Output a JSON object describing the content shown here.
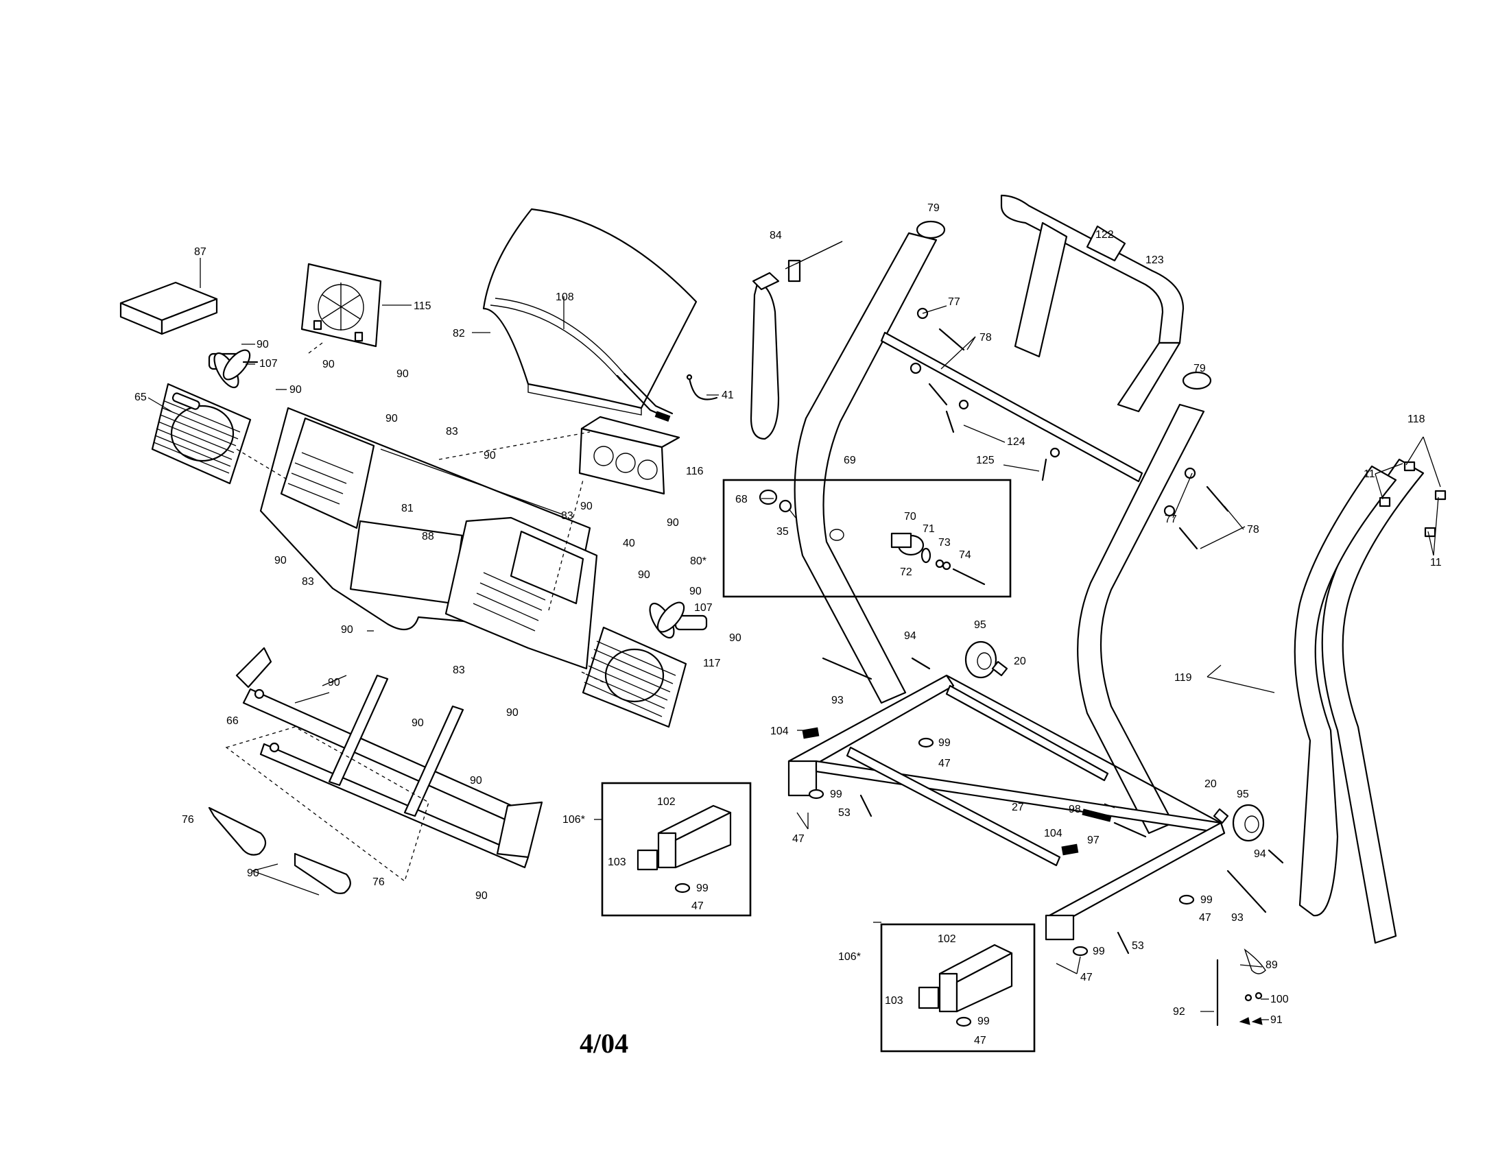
{
  "date_stamp": "4/04",
  "labels": [
    {
      "id": "l87",
      "text": "87"
    },
    {
      "id": "l115",
      "text": "115"
    },
    {
      "id": "l90a",
      "text": "90"
    },
    {
      "id": "l107a",
      "text": "107"
    },
    {
      "id": "l90b",
      "text": "90"
    },
    {
      "id": "l90c",
      "text": "90"
    },
    {
      "id": "l90d",
      "text": "90"
    },
    {
      "id": "l65",
      "text": "65"
    },
    {
      "id": "l108",
      "text": "108"
    },
    {
      "id": "l82",
      "text": "82"
    },
    {
      "id": "l41",
      "text": "41"
    },
    {
      "id": "l90e",
      "text": "90"
    },
    {
      "id": "l83a",
      "text": "83"
    },
    {
      "id": "l90f",
      "text": "90"
    },
    {
      "id": "l81",
      "text": "81"
    },
    {
      "id": "l88",
      "text": "88"
    },
    {
      "id": "l83b",
      "text": "83"
    },
    {
      "id": "l90g",
      "text": "90"
    },
    {
      "id": "l83c",
      "text": "83"
    },
    {
      "id": "l116",
      "text": "116"
    },
    {
      "id": "l90h",
      "text": "90"
    },
    {
      "id": "l90i",
      "text": "90"
    },
    {
      "id": "l40",
      "text": "40"
    },
    {
      "id": "l90j",
      "text": "90"
    },
    {
      "id": "l90k",
      "text": "90"
    },
    {
      "id": "l107b",
      "text": "107"
    },
    {
      "id": "l90l",
      "text": "90"
    },
    {
      "id": "l90m",
      "text": "90"
    },
    {
      "id": "l83d",
      "text": "83"
    },
    {
      "id": "l117",
      "text": "117"
    },
    {
      "id": "l90n",
      "text": "90"
    },
    {
      "id": "l66",
      "text": "66"
    },
    {
      "id": "l90o",
      "text": "90"
    },
    {
      "id": "l90p",
      "text": "90"
    },
    {
      "id": "l76a",
      "text": "76"
    },
    {
      "id": "l90q",
      "text": "90"
    },
    {
      "id": "l76b",
      "text": "76"
    },
    {
      "id": "l90r",
      "text": "90"
    },
    {
      "id": "l90s",
      "text": "90"
    },
    {
      "id": "l84",
      "text": "84"
    },
    {
      "id": "l79a",
      "text": "79"
    },
    {
      "id": "l122",
      "text": "122"
    },
    {
      "id": "l123",
      "text": "123"
    },
    {
      "id": "l77a",
      "text": "77"
    },
    {
      "id": "l78a",
      "text": "78"
    },
    {
      "id": "l124",
      "text": "124"
    },
    {
      "id": "l125",
      "text": "125"
    },
    {
      "id": "l69",
      "text": "69"
    },
    {
      "id": "l68",
      "text": "68"
    },
    {
      "id": "l35",
      "text": "35"
    },
    {
      "id": "l80",
      "text": "80*"
    },
    {
      "id": "l70",
      "text": "70"
    },
    {
      "id": "l71",
      "text": "71"
    },
    {
      "id": "l73",
      "text": "73"
    },
    {
      "id": "l74",
      "text": "74"
    },
    {
      "id": "l72",
      "text": "72"
    },
    {
      "id": "l79b",
      "text": "79"
    },
    {
      "id": "l77b",
      "text": "77"
    },
    {
      "id": "l78b",
      "text": "78"
    },
    {
      "id": "l118",
      "text": "118"
    },
    {
      "id": "l11a",
      "text": "11"
    },
    {
      "id": "l11b",
      "text": "11"
    },
    {
      "id": "l94a",
      "text": "94"
    },
    {
      "id": "l95a",
      "text": "95"
    },
    {
      "id": "l20a",
      "text": "20"
    },
    {
      "id": "l93a",
      "text": "93"
    },
    {
      "id": "l104a",
      "text": "104"
    },
    {
      "id": "l99a",
      "text": "99"
    },
    {
      "id": "l47a",
      "text": "47"
    },
    {
      "id": "l99b",
      "text": "99"
    },
    {
      "id": "l53a",
      "text": "53"
    },
    {
      "id": "l47b",
      "text": "47"
    },
    {
      "id": "l27",
      "text": "27"
    },
    {
      "id": "l106a",
      "text": "106*"
    },
    {
      "id": "l102a",
      "text": "102"
    },
    {
      "id": "l103a",
      "text": "103"
    },
    {
      "id": "l99c",
      "text": "99"
    },
    {
      "id": "l47c",
      "text": "47"
    },
    {
      "id": "l98",
      "text": "98"
    },
    {
      "id": "l97",
      "text": "97"
    },
    {
      "id": "l104b",
      "text": "104"
    },
    {
      "id": "l20b",
      "text": "20"
    },
    {
      "id": "l95b",
      "text": "95"
    },
    {
      "id": "l94b",
      "text": "94"
    },
    {
      "id": "l99d",
      "text": "99"
    },
    {
      "id": "l47d",
      "text": "47"
    },
    {
      "id": "l93b",
      "text": "93"
    },
    {
      "id": "l119",
      "text": "119"
    },
    {
      "id": "l99e",
      "text": "99"
    },
    {
      "id": "l53b",
      "text": "53"
    },
    {
      "id": "l47e",
      "text": "47"
    },
    {
      "id": "l106b",
      "text": "106*"
    },
    {
      "id": "l102b",
      "text": "102"
    },
    {
      "id": "l103b",
      "text": "103"
    },
    {
      "id": "l99f",
      "text": "99"
    },
    {
      "id": "l47f",
      "text": "47"
    },
    {
      "id": "l89",
      "text": "89"
    },
    {
      "id": "l92",
      "text": "92"
    },
    {
      "id": "l100",
      "text": "100"
    },
    {
      "id": "l91",
      "text": "91"
    }
  ]
}
